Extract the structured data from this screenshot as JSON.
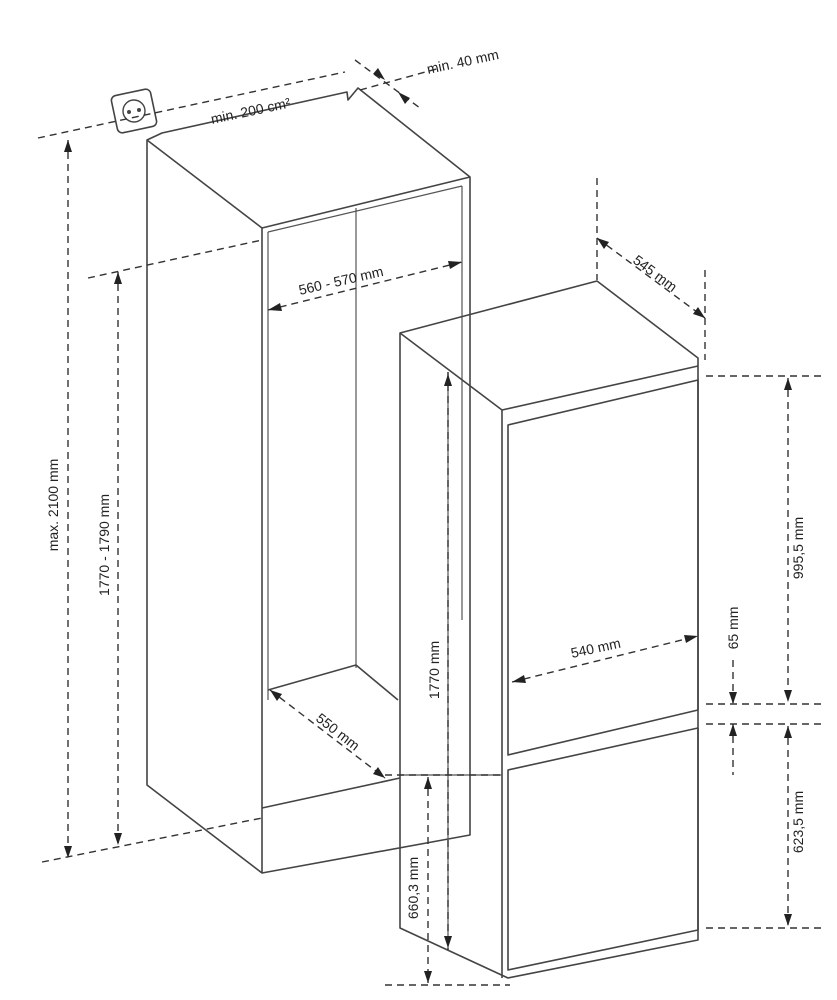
{
  "diagram": {
    "colors": {
      "line": "#444444",
      "dimension": "#333333",
      "text": "#222222",
      "background": "#ffffff"
    },
    "icons": {
      "socket": "power-socket-icon"
    },
    "labels": {
      "min_40": "min. 40 mm",
      "min_200": "min. 200 cm²",
      "width_560_570": "560 - 570 mm",
      "max_2100": "max. 2100 mm",
      "height_1770_1790": "1770 - 1790 mm",
      "depth_550": "550 mm",
      "depth_545": "545 mm",
      "height_1770": "1770 mm",
      "width_540": "540 mm",
      "top_995_5": "995,5 mm",
      "gap_65": "65 mm",
      "bottom_623_5": "623,5 mm",
      "base_660_3": "660,3 mm"
    }
  }
}
